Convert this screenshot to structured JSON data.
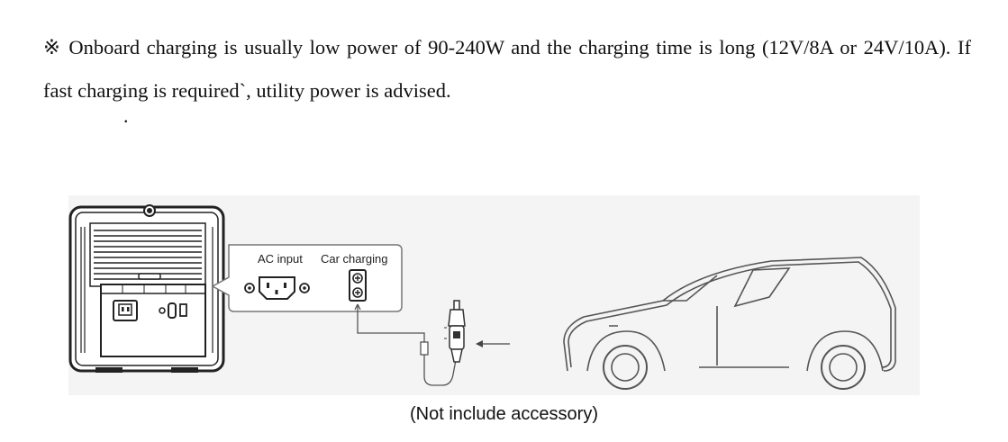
{
  "note": {
    "text": "※ Onboard charging is usually low power of 90-240W and the charging time is long (12V/8A or 24V/10A). If fast charging is required`, utility power is advised."
  },
  "stray_mark": ".",
  "figure": {
    "callout_ac_label": "AC input",
    "callout_car_label": "Car charging",
    "caption": "(Not include accessory)"
  }
}
